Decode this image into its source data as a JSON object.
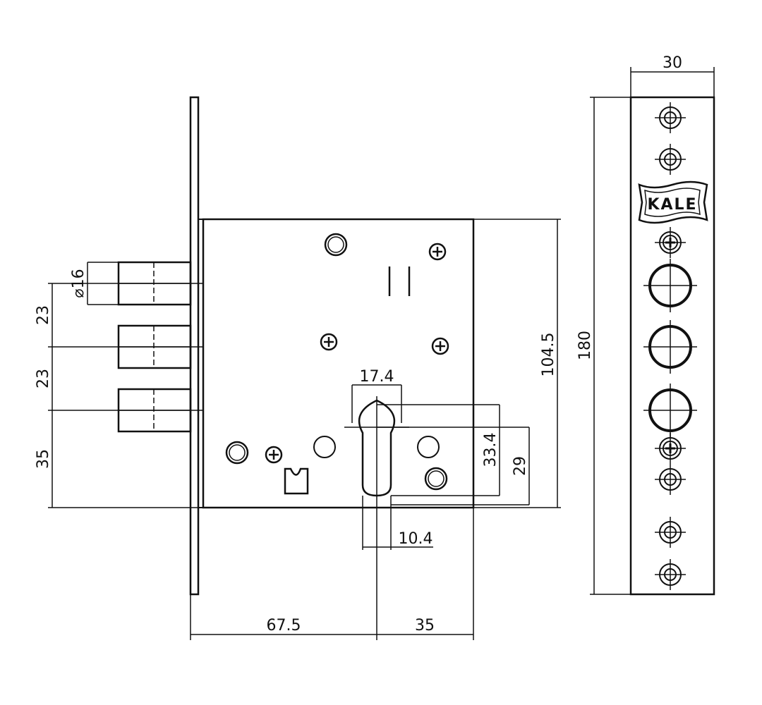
{
  "drawing": {
    "brand_logo": "KALE",
    "dimensions": {
      "bolt_diameter": "⌀16",
      "bolt_spacing_1": "23",
      "bolt_spacing_2": "23",
      "bolt_bottom_offset": "35",
      "cylinder_width": "17.4",
      "cylinder_height": "33.4",
      "cylinder_center_height": "29",
      "cylinder_slot_width": "10.4",
      "case_height": "104.5",
      "backset": "67.5",
      "case_depth_from_cylinder": "35",
      "faceplate_width": "30",
      "faceplate_length": "180"
    }
  },
  "colors": {
    "line": "#111111",
    "background": "#ffffff"
  }
}
